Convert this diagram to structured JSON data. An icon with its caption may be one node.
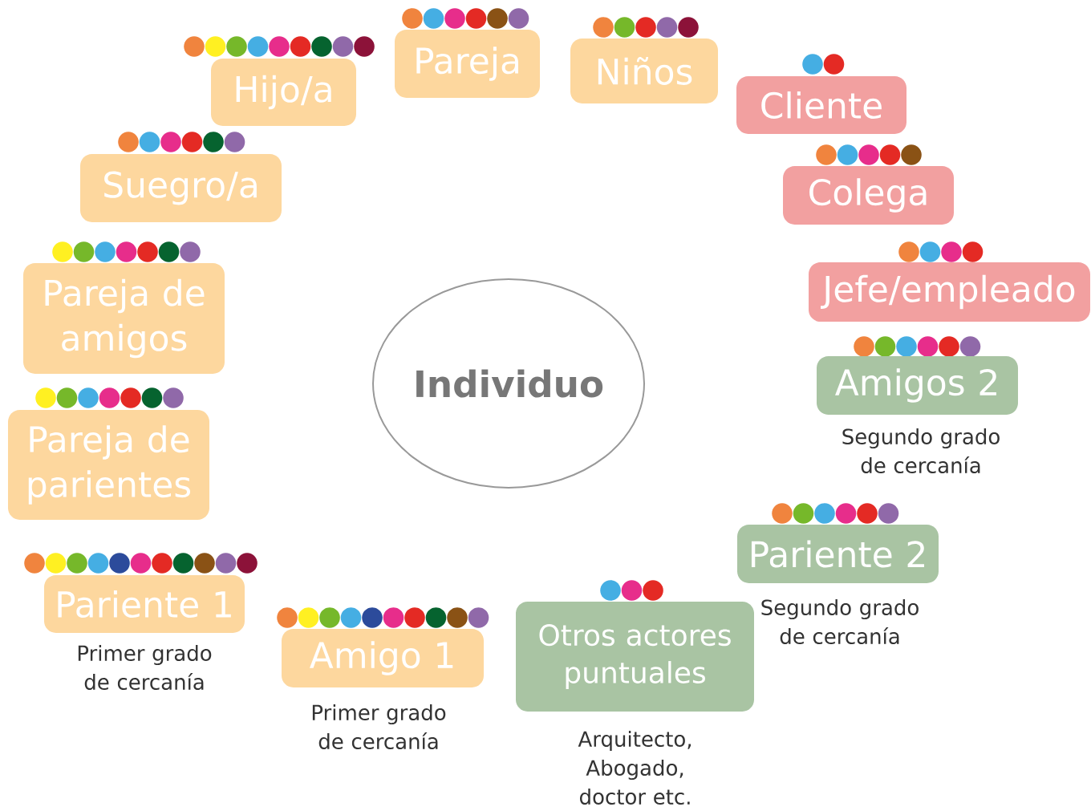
{
  "diagram": {
    "nodes": [
      {
        "text": [
          "Pareja"
        ]
      },
      {
        "text": [
          "Niños"
        ]
      },
      {
        "text": [
          "Hijo/a"
        ]
      },
      {
        "text": [
          "Cliente"
        ]
      },
      {
        "text": [
          "Suegro/a"
        ]
      },
      {
        "text": [
          "Colega"
        ]
      },
      {
        "text": [
          "Jefe/empleado"
        ]
      },
      {
        "text": [
          "Pareja de amigos"
        ]
      },
      {
        "text": [
          "Individuo"
        ]
      },
      {
        "text": [
          "Amigos 2"
        ],
        "beside": [
          "Segundo grado de cercanía"
        ]
      },
      {
        "text": [
          "Pareja de parientes"
        ]
      },
      {
        "text": [
          "Pariente 2"
        ],
        "beside": [
          "Segundo grado de cercanía"
        ]
      },
      {
        "text": [
          "Pariente 1"
        ],
        "beside": [
          "Primer grado de cercanía"
        ]
      },
      {
        "text": [
          "Otros actores puntuales"
        ],
        "beside": [
          "Arquitecto, Abogado, doctor etc."
        ]
      },
      {
        "text": [
          "Amigo 1"
        ],
        "beside": [
          "Primer grado de cercanía"
        ]
      }
    ]
  }
}
